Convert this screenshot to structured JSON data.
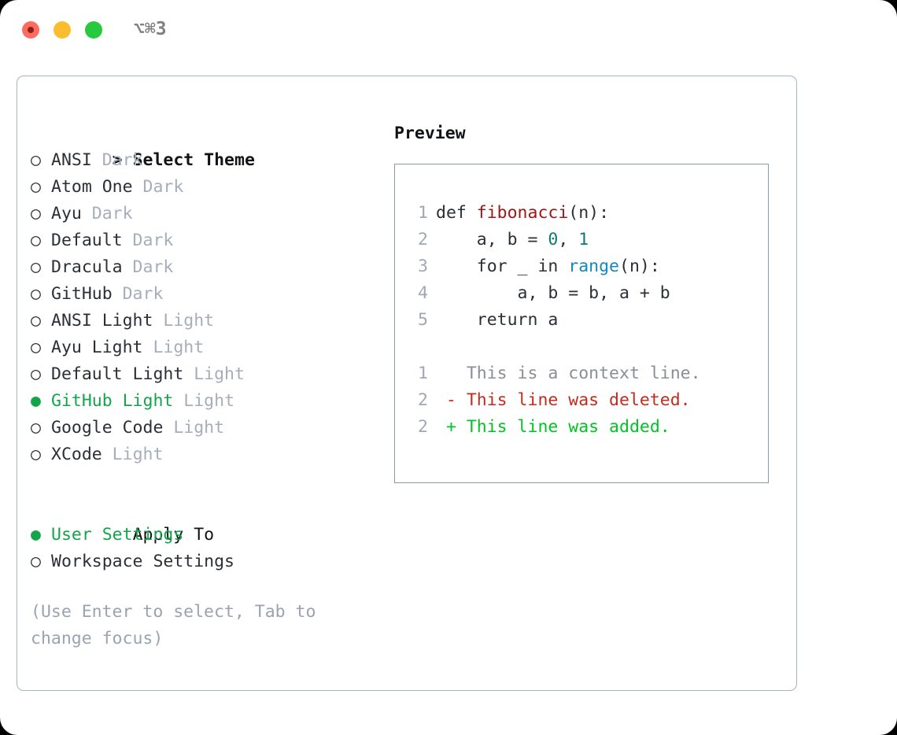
{
  "titlebar": {
    "shortcut": "⌥⌘3",
    "buttons": {
      "close": "close",
      "minimize": "minimize",
      "maximize": "maximize"
    }
  },
  "theme_picker": {
    "heading_prefix": ">",
    "heading": "Select Theme",
    "bullet_selected": "●",
    "bullet_unselected": "○",
    "items": [
      {
        "name": "ANSI",
        "category": "Dark",
        "selected": false
      },
      {
        "name": "Atom One",
        "category": "Dark",
        "selected": false
      },
      {
        "name": "Ayu",
        "category": "Dark",
        "selected": false
      },
      {
        "name": "Default",
        "category": "Dark",
        "selected": false
      },
      {
        "name": "Dracula",
        "category": "Dark",
        "selected": false
      },
      {
        "name": "GitHub",
        "category": "Dark",
        "selected": false
      },
      {
        "name": "ANSI Light",
        "category": "Light",
        "selected": false
      },
      {
        "name": "Ayu Light",
        "category": "Light",
        "selected": false
      },
      {
        "name": "Default Light",
        "category": "Light",
        "selected": false
      },
      {
        "name": "GitHub Light",
        "category": "Light",
        "selected": true
      },
      {
        "name": "Google Code",
        "category": "Light",
        "selected": false
      },
      {
        "name": "XCode",
        "category": "Light",
        "selected": false
      }
    ]
  },
  "apply_to": {
    "heading": "Apply To",
    "items": [
      {
        "label": "User Settings",
        "selected": true
      },
      {
        "label": "Workspace Settings",
        "selected": false
      }
    ]
  },
  "hint": "(Use Enter to select, Tab to change focus)",
  "preview": {
    "label": "Preview",
    "code_lines": [
      {
        "num": "1",
        "tokens": [
          {
            "t": "def ",
            "c": "plain"
          },
          {
            "t": "fibonacci",
            "c": "fn"
          },
          {
            "t": "(n):",
            "c": "plain"
          }
        ]
      },
      {
        "num": "2",
        "tokens": [
          {
            "t": "    a, b = ",
            "c": "plain"
          },
          {
            "t": "0",
            "c": "num"
          },
          {
            "t": ", ",
            "c": "plain"
          },
          {
            "t": "1",
            "c": "num"
          }
        ]
      },
      {
        "num": "3",
        "tokens": [
          {
            "t": "    for _ in ",
            "c": "plain"
          },
          {
            "t": "range",
            "c": "builtin"
          },
          {
            "t": "(n):",
            "c": "plain"
          }
        ]
      },
      {
        "num": "4",
        "tokens": [
          {
            "t": "        a, b = b, a + b",
            "c": "plain"
          }
        ]
      },
      {
        "num": "5",
        "tokens": [
          {
            "t": "    return a",
            "c": "plain"
          }
        ]
      }
    ],
    "diff_lines": [
      {
        "num": "1",
        "sign": "  ",
        "text": "This is a context line.",
        "kind": "context"
      },
      {
        "num": "2",
        "sign": "- ",
        "text": "This line was deleted.",
        "kind": "del"
      },
      {
        "num": "2",
        "sign": "+ ",
        "text": "This line was added.",
        "kind": "add"
      }
    ]
  },
  "colors": {
    "accent_green": "#14a54a",
    "muted_gray": "#a6aebb",
    "hint_gray": "#9aa3b0",
    "diff_add": "#00c424",
    "diff_del": "#c42b1c",
    "code_fn": "#a31515",
    "code_num": "#0d7a77",
    "code_builtin": "#1089c0",
    "border": "#a9b2bf",
    "preview_border": "#8b97a8"
  }
}
